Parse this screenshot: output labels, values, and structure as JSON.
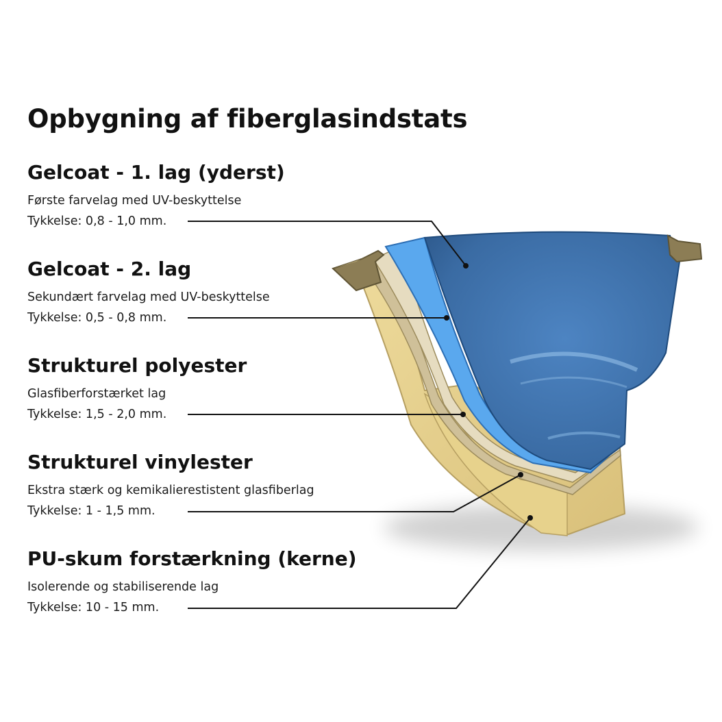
{
  "title": "Opbygning af fiberglasindstats",
  "layers": [
    {
      "name": "Gelcoat - 1. lag (yderst)",
      "description": "Første farvelag med UV-beskyttelse",
      "thickness": "Tykkelse: 0,8 - 1,0 mm."
    },
    {
      "name": "Gelcoat - 2. lag",
      "description": "Sekundært farvelag med UV-beskyttelse",
      "thickness": "Tykkelse: 0,5 - 0,8 mm."
    },
    {
      "name": "Strukturel polyester",
      "description": "Glasfiberforstærket lag",
      "thickness": "Tykkelse: 1,5 - 2,0 mm."
    },
    {
      "name": "Strukturel vinylester",
      "description": "Ekstra stærk og kemikalierestistent glasfiberlag",
      "thickness": "Tykkelse: 1 - 1,5 mm."
    },
    {
      "name": "PU-skum forstærkning (kerne)",
      "description": "Isolerende og stabiliserende lag",
      "thickness": "Tykkelse: 10 - 15 mm."
    }
  ],
  "colors": {
    "gelcoat_outer": "#3f73ad",
    "gelcoat_inner": "#5aa1e8",
    "polyester": "#e3d9bd",
    "vinylester": "#d6c9a4",
    "foam": "#e6d28f",
    "rim": "#8c7d55",
    "leader_line": "#111111"
  }
}
